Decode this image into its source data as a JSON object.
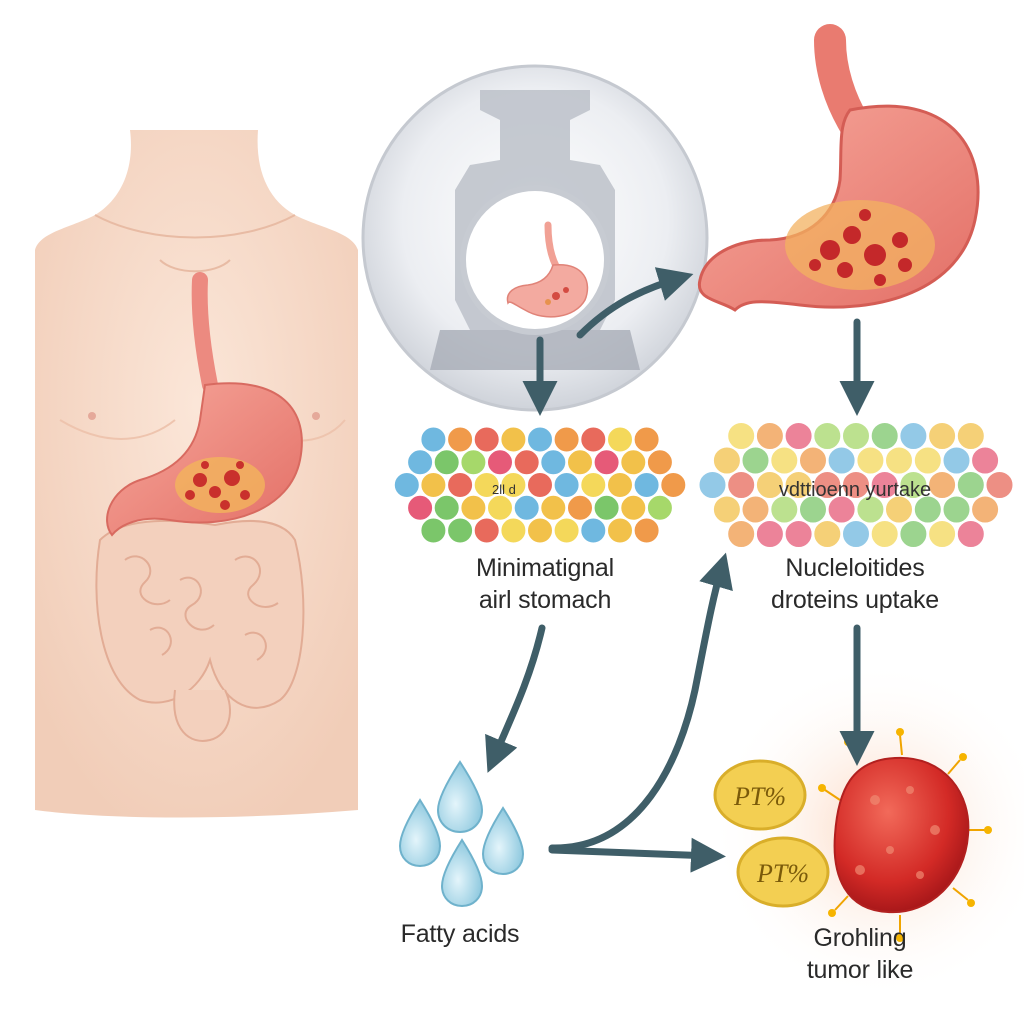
{
  "labels": {
    "mri": {
      "line1": "Minimatignal",
      "line2": "airl stomach"
    },
    "nucleotides": {
      "line1": "Nucleloitides",
      "line2": "droteins uptake"
    },
    "fatty": {
      "line1": "Fatty acids"
    },
    "tumor": {
      "line1": "Grohling",
      "line2": "tumor like"
    },
    "cluster_overlay": "vdttioenn yurtake",
    "cluster_small": "2ll d",
    "badge_glyph": "PT%"
  },
  "colors": {
    "arrow": "#3f5e68",
    "skin": "#f7dccb",
    "stomach": "#ec8a80",
    "tumor": "#d8322e",
    "droplet": "#9fd3e6",
    "badge": "#f3cf52"
  }
}
